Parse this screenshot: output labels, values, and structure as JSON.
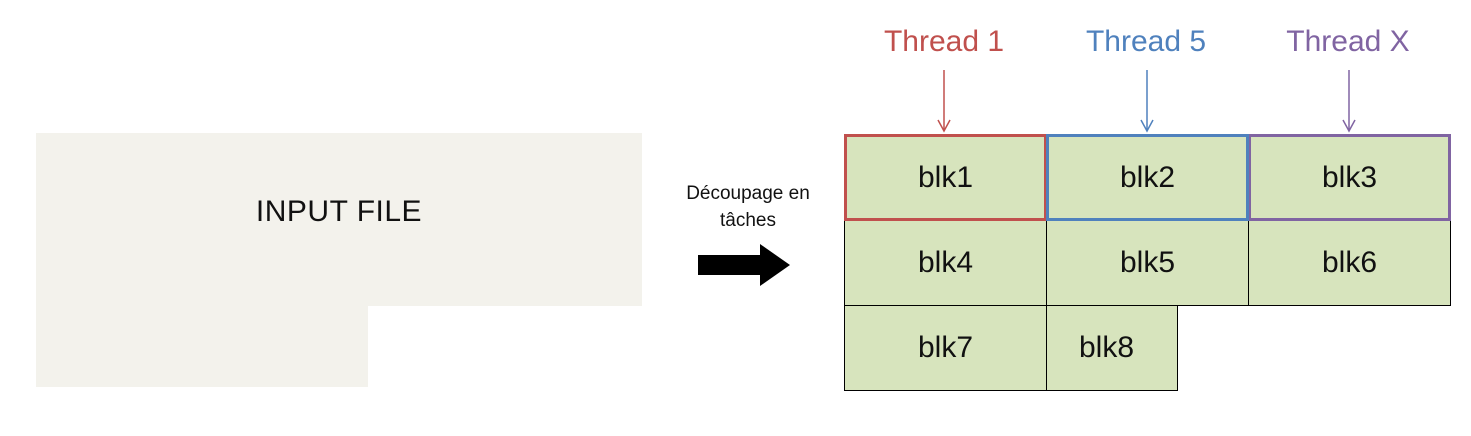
{
  "input_file": {
    "label": "INPUT FILE"
  },
  "split": {
    "caption_line1": "Découpage en",
    "caption_line2": "tâches"
  },
  "threads": [
    {
      "label": "Thread 1",
      "color": "#c0504d"
    },
    {
      "label": "Thread 5",
      "color": "#4f81bd"
    },
    {
      "label": "Thread X",
      "color": "#8064a2"
    }
  ],
  "blocks": [
    "blk1",
    "blk2",
    "blk3",
    "blk4",
    "blk5",
    "blk6",
    "blk7",
    "blk8"
  ],
  "colors": {
    "block_fill": "#d7e4bd",
    "file_fill": "#f3f2ec"
  }
}
